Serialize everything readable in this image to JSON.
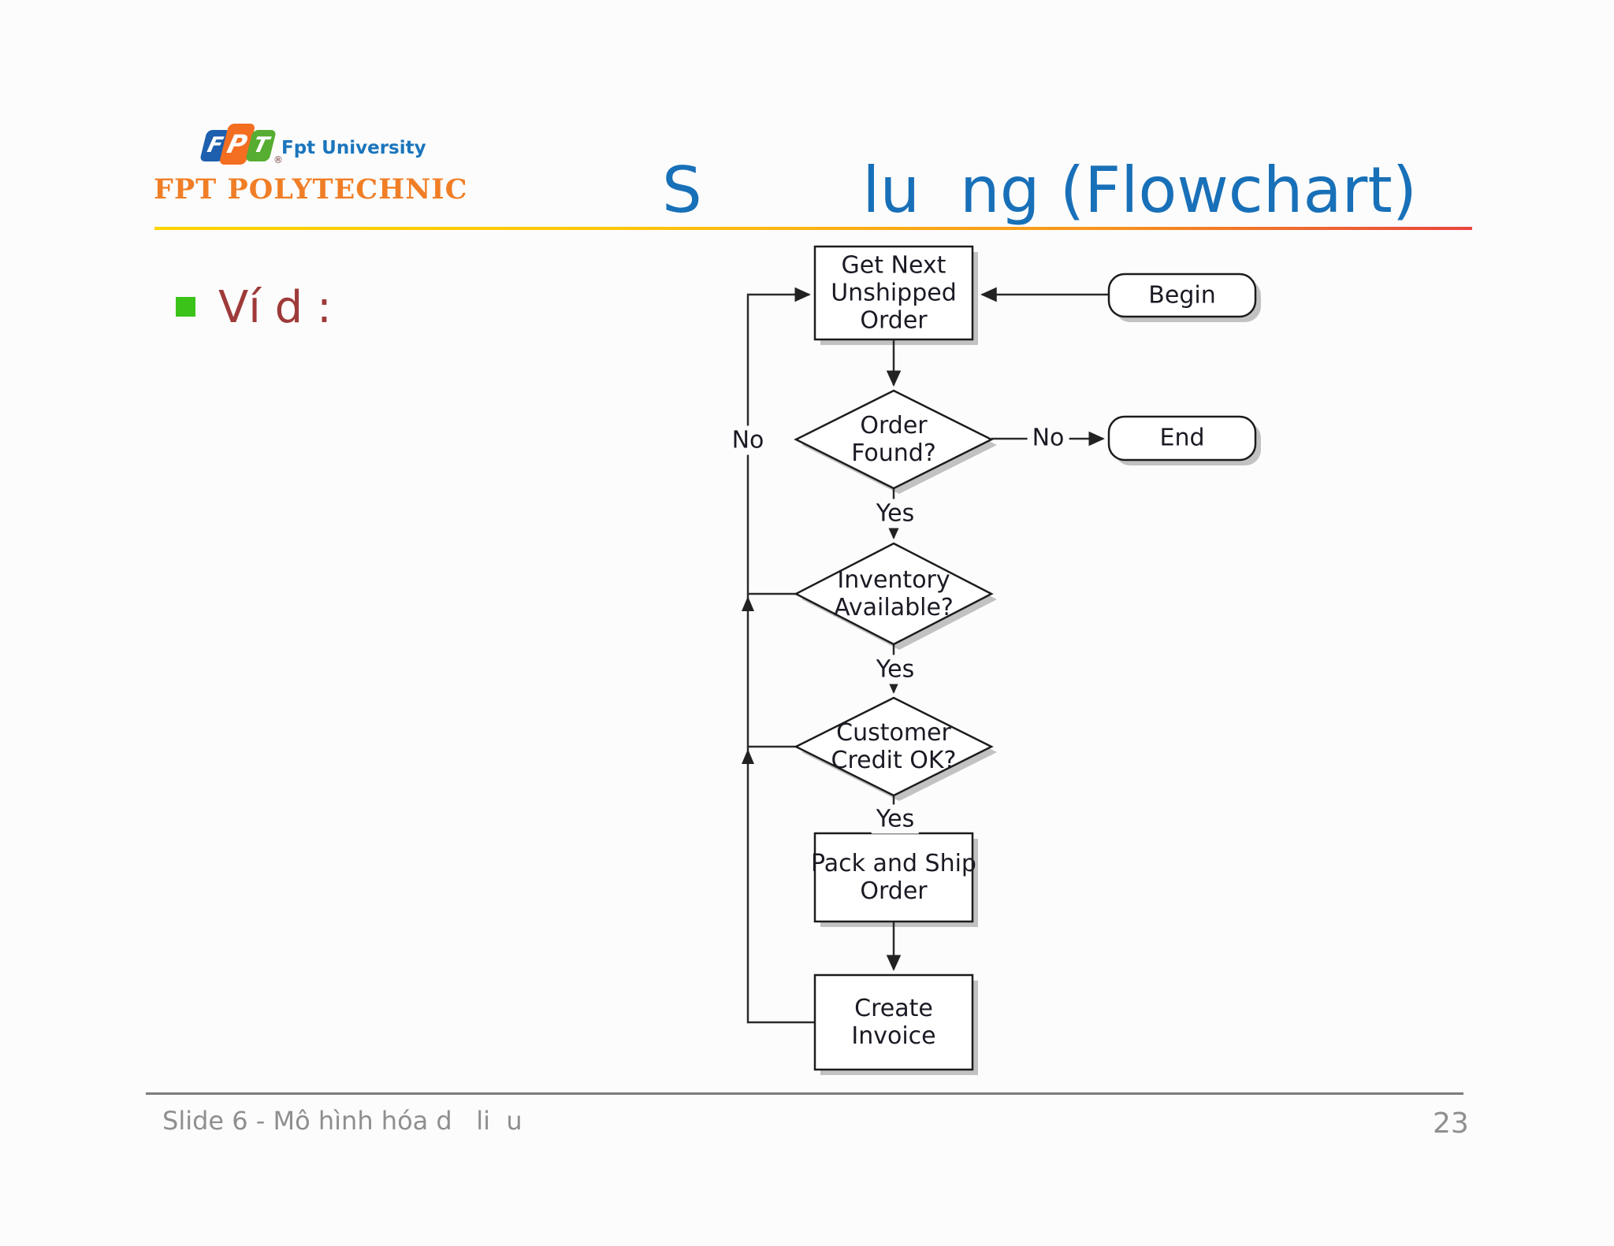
{
  "header": {
    "logo": {
      "chips": [
        {
          "letter": "F"
        },
        {
          "letter": "P"
        },
        {
          "letter": "T"
        }
      ],
      "registered": "®",
      "university": "Fpt University",
      "polytechnic": "FPT POLYTECHNIC"
    },
    "title": "S        lu  ng (Flowchart)"
  },
  "content": {
    "bullet_text": "Ví d :"
  },
  "flowchart": {
    "nodes": {
      "begin": "Begin",
      "get_next": "Get Next\nUnshipped\nOrder",
      "order_found": "Order\nFound?",
      "end": "End",
      "inventory": "Inventory\nAvailable?",
      "credit": "Customer\nCredit OK?",
      "pack": "Pack and Ship\nOrder",
      "invoice": "Create\nInvoice"
    },
    "edge_labels": {
      "loop_no": "No",
      "end_no": "No",
      "yes_order": "Yes",
      "yes_inventory": "Yes",
      "yes_credit": "Yes"
    }
  },
  "footer": {
    "left_text": "Slide 6 - Mô hình hóa d   li  u",
    "page_number": "23"
  },
  "colors": {
    "title_blue": "#1870B8",
    "underline_gradient": [
      "#FFD400",
      "#F7941D",
      "#E8453C"
    ],
    "bullet_square_green": "#3BC319",
    "bullet_text_maroon": "#9E3B3A",
    "brand_orange": "#F07E26",
    "brand_blue": "#1B75BC",
    "logo_chip_blue": "#1E5FAE",
    "logo_chip_orange": "#F36E21",
    "logo_chip_green": "#56AD31",
    "flowchart_line": "#2b2b2b",
    "footer_gray": "#8f8f8f"
  }
}
